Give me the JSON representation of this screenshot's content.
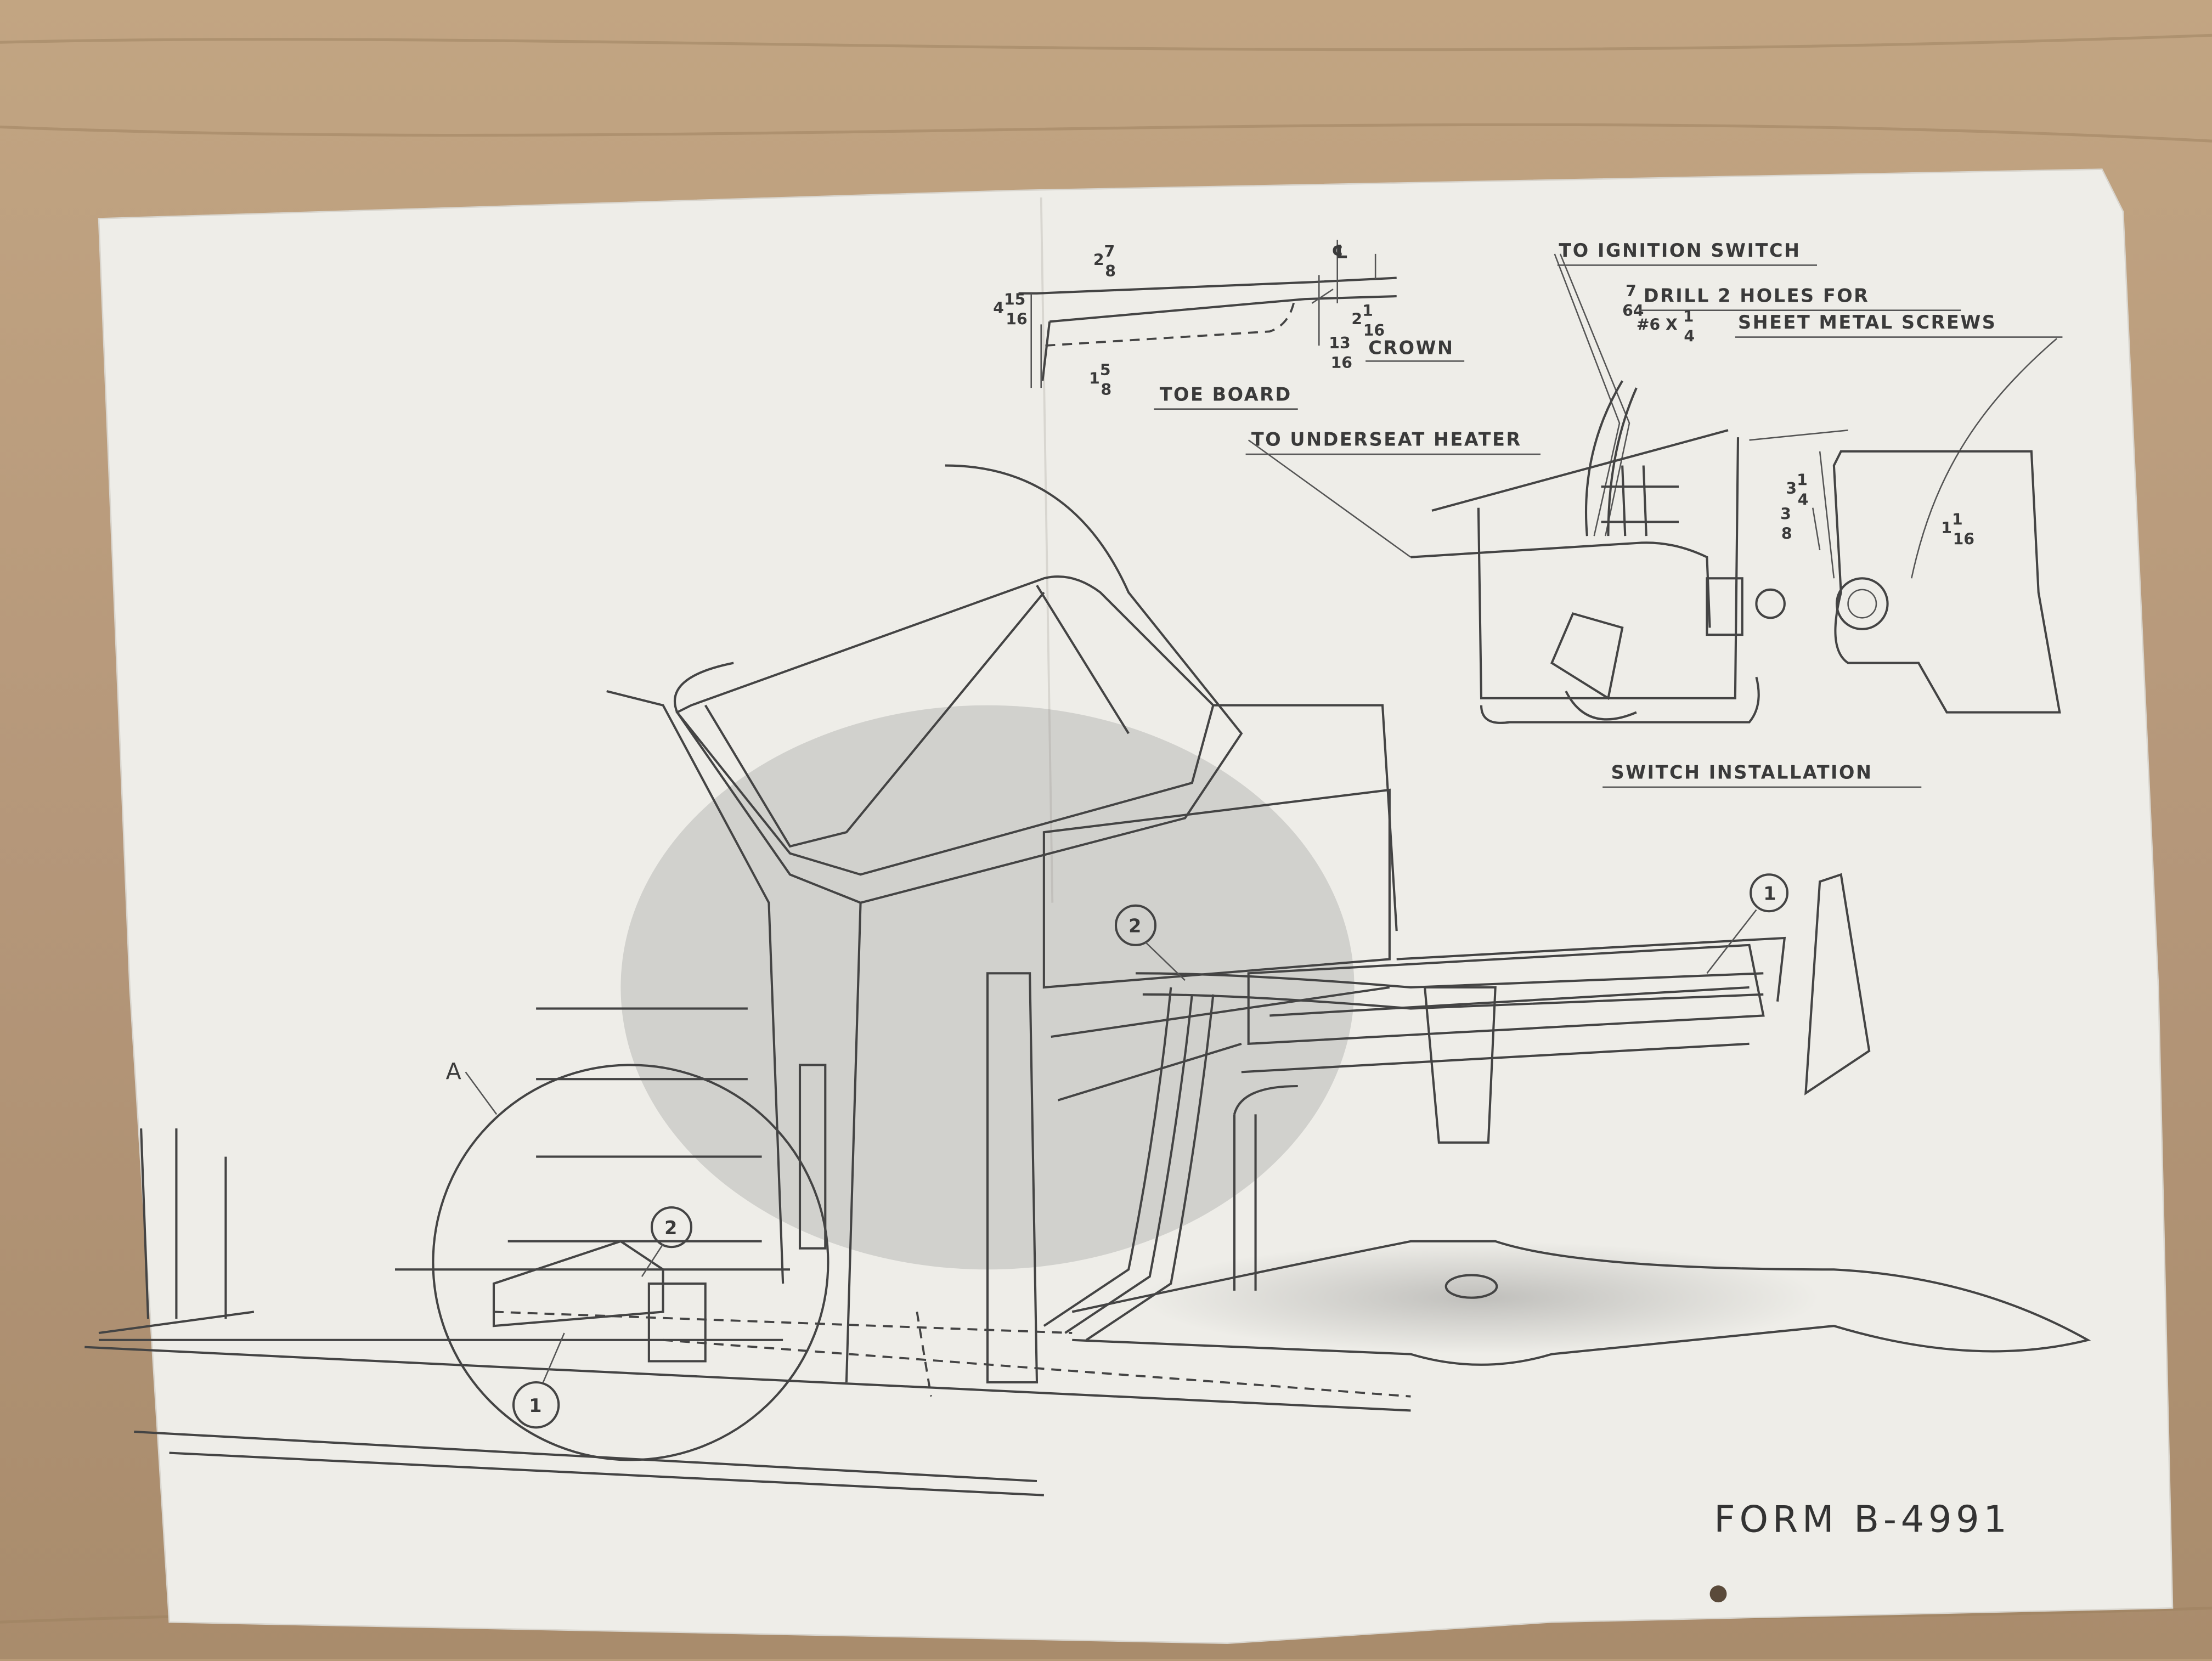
{
  "colors": {
    "wood": "#b89b78",
    "paper": "#eeede8",
    "ink": "#3a3a3a"
  },
  "toe_board": {
    "title": "TOE BOARD",
    "dim_top": {
      "whole": "2",
      "num": "7",
      "den": "8"
    },
    "dim_height": {
      "whole": "4",
      "num": "15",
      "den": "16"
    },
    "dim_bottom": {
      "whole": "1",
      "num": "5",
      "den": "8"
    },
    "dim_right": {
      "whole": "2",
      "num": "1",
      "den": "16"
    },
    "crown": {
      "num": "13",
      "den": "16",
      "label": "CROWN"
    },
    "centerline": "℄"
  },
  "switch_installation": {
    "title": "SWITCH INSTALLATION",
    "to_ignition": "TO IGNITION SWITCH",
    "drill": {
      "num": "7",
      "den": "64",
      "text": "DRILL 2 HOLES FOR"
    },
    "screws": {
      "size": "#6",
      "x": "X",
      "num": "1",
      "den": "4",
      "text": "SHEET METAL SCREWS"
    },
    "to_heater": "TO UNDERSEAT HEATER",
    "dim_a": {
      "whole": "3",
      "num": "1",
      "den": "4"
    },
    "dim_b": {
      "num": "3",
      "den": "8"
    },
    "dim_c": {
      "whole": "1",
      "num": "1",
      "den": "16"
    }
  },
  "callouts": {
    "one": "1",
    "two": "2",
    "detail": "A"
  },
  "form_number": "FORM B-4991"
}
